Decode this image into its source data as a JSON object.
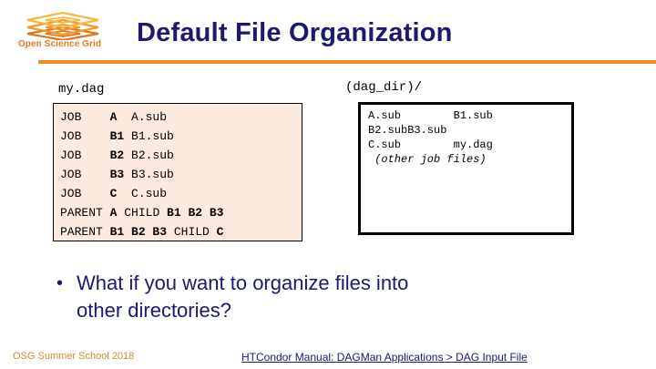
{
  "header": {
    "title": "Default File Organization",
    "logo": {
      "icon": "osg-stacked-diamonds-logo",
      "wordmark": "Open Science Grid",
      "color": "#e07b22"
    },
    "rule_color": "#e8902a",
    "title_color": "#1a1a6e"
  },
  "dag_panel": {
    "label": "my.dag",
    "background": "#fceade",
    "lines": [
      {
        "prefix": "JOB    ",
        "node": "A",
        "sep": "  ",
        "file": "A.sub",
        "suffix": ""
      },
      {
        "prefix": "JOB    ",
        "node": "B1",
        "sep": " ",
        "file": "B1.sub",
        "suffix": ""
      },
      {
        "prefix": "JOB    ",
        "node": "B2",
        "sep": " ",
        "file": "B2.sub",
        "suffix": ""
      },
      {
        "prefix": "JOB    ",
        "node": "B3",
        "sep": " ",
        "file": "B3.sub",
        "suffix": ""
      },
      {
        "prefix": "JOB    ",
        "node": "C",
        "sep": "  ",
        "file": "C.sub",
        "suffix": ""
      },
      {
        "prefix": "PARENT ",
        "node": "A",
        "sep": " ",
        "file": "CHILD ",
        "suffix": "B1 B2 B3"
      },
      {
        "prefix": "PARENT ",
        "node": "B1 B2 B3",
        "sep": " ",
        "file": "CHILD ",
        "suffix": "C"
      }
    ],
    "raw_lines": [
      "JOB    A  A.sub",
      "JOB    B1 B1.sub",
      "JOB    B2 B2.sub",
      "JOB    B3 B3.sub",
      "JOB    C  C.sub",
      "PARENT A CHILD B1 B2 B3",
      "PARENT B1 B2 B3 CHILD C"
    ]
  },
  "dir_panel": {
    "label": "(dag_dir)/",
    "background": "#ffffff",
    "lines": [
      {
        "text": "A.sub        B1.sub",
        "italic": false
      },
      {
        "text": "B2.subB3.sub",
        "italic": false
      },
      {
        "text": "C.sub        my.dag",
        "italic": false
      },
      {
        "text": " (other job files)",
        "italic": true
      }
    ]
  },
  "body": {
    "bullet_marker": "•",
    "bullet_text": "What if you want to organize files into other directories?"
  },
  "footer": {
    "left_text": "OSG Summer School 2018",
    "link_text": "HTCondor Manual: DAGMan Applications > DAG Input File"
  }
}
